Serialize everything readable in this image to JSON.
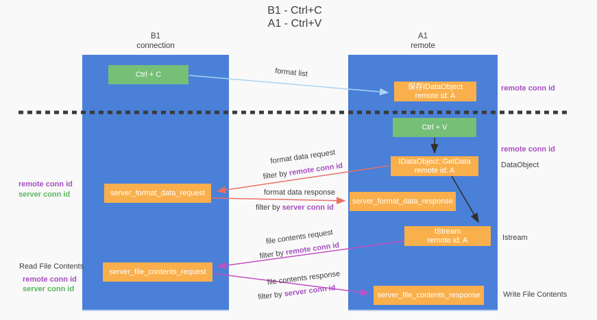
{
  "title": {
    "line1": "B1 - Ctrl+C",
    "line2": "A1 - Ctrl+V"
  },
  "colors": {
    "column_blue": "#4A80D8",
    "box_green": "#76BF77",
    "box_orange": "#F9AF4B",
    "arrow_lightblue": "#A9D3F2",
    "arrow_black": "#2f2f2f",
    "arrow_red": "#E97064",
    "arrow_magenta": "#C44EC4",
    "text_purple": "#A54FC0",
    "text_green": "#58B75C"
  },
  "lanes": {
    "left": {
      "title": "B1",
      "subtitle": "connection"
    },
    "right": {
      "title": "A1",
      "subtitle": "remote"
    }
  },
  "nodes": {
    "ctrl_c": {
      "label": "Ctrl + C"
    },
    "ctrl_v": {
      "label": "Ctrl + V"
    },
    "save_idataobject": {
      "line1": "保存IDataObject",
      "line2": "remote id: A"
    },
    "getdata": {
      "line1": "IDataObject::GetData",
      "line2": "remote id: A"
    },
    "istream": {
      "line1": "IStream",
      "line2": "remote id: A"
    },
    "server_format_data_request": {
      "label": "server_format_data_request"
    },
    "server_format_data_response": {
      "label": "server_format_data_response"
    },
    "server_file_contents_request": {
      "label": "server_file_contents_request"
    },
    "server_file_contents_response": {
      "label": "server_file_contents_response"
    }
  },
  "edges": {
    "format_list": {
      "label": "format list"
    },
    "format_data_request": {
      "label": "format data request",
      "filter_prefix": "filter by ",
      "filter_key": "remote conn id"
    },
    "format_data_response": {
      "label": "format data response",
      "filter_prefix": "filter by ",
      "filter_key": "server conn id"
    },
    "file_contents_request": {
      "label": "file contents request",
      "filter_prefix": "filter by ",
      "filter_key": "remote conn id"
    },
    "file_contents_response": {
      "label": "file contents response",
      "filter_prefix": "filter by ",
      "filter_key": "server conn id"
    }
  },
  "annotations": {
    "right_remote_conn_top": "remote conn id",
    "right_remote_conn_mid": "remote conn id",
    "right_dataobject": "DataObject",
    "right_istream": "Istream",
    "right_write_file": "Write File Contents",
    "left_remote_conn_mid": "remote conn id",
    "left_server_conn_mid": "server conn id",
    "left_read_file": "Read File Contents",
    "left_remote_conn_bottom": "remote conn id",
    "left_server_conn_bottom": "server conn id"
  }
}
